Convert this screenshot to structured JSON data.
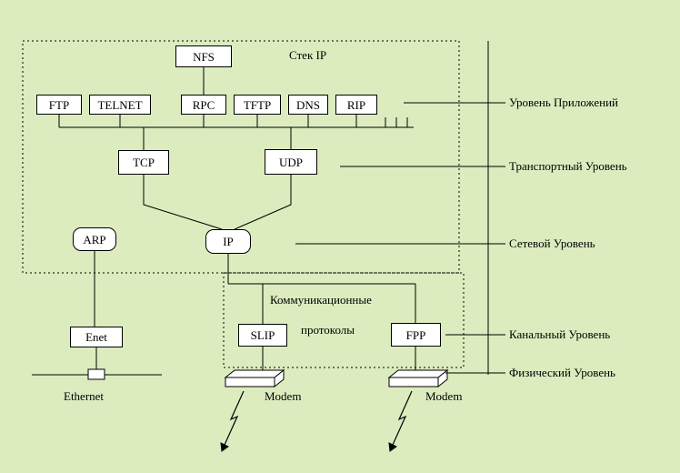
{
  "colors": {
    "background": "#dcecbe",
    "box_fill": "#ffffff",
    "line": "#000000"
  },
  "diagram": {
    "stack_label": "Стек IP",
    "comm_label_line1": "Коммуникационные",
    "comm_label_line2": "протоколы",
    "nodes": {
      "nfs": "NFS",
      "ftp": "FTP",
      "telnet": "TELNET",
      "rpc": "RPC",
      "tftp": "TFTP",
      "dns": "DNS",
      "rip": "RIP",
      "tcp": "TCP",
      "udp": "UDP",
      "arp": "ARP",
      "ip": "IP",
      "enet": "Enet",
      "slip": "SLIP",
      "fpp": "FPP"
    },
    "levels": {
      "application": "Уровень Приложений",
      "transport": "Транспортный Уровень",
      "network": "Сетевой Уровень",
      "datalink": "Канальный Уровень",
      "physical": "Физический Уровень"
    },
    "media": {
      "ethernet": "Ethernet",
      "modem1": "Modem",
      "modem2": "Modem"
    },
    "edges": [
      "NFS-RPC",
      "FTP-bus",
      "TELNET-bus",
      "RPC-bus",
      "TFTP-bus",
      "DNS-bus",
      "RIP-bus",
      "bus-TCP",
      "bus-UDP",
      "TCP-IP",
      "UDP-IP",
      "IP-SLIP",
      "IP-FPP",
      "ARP-Enet",
      "Enet-Ethernet",
      "SLIP-Modem",
      "FPP-Modem"
    ]
  }
}
